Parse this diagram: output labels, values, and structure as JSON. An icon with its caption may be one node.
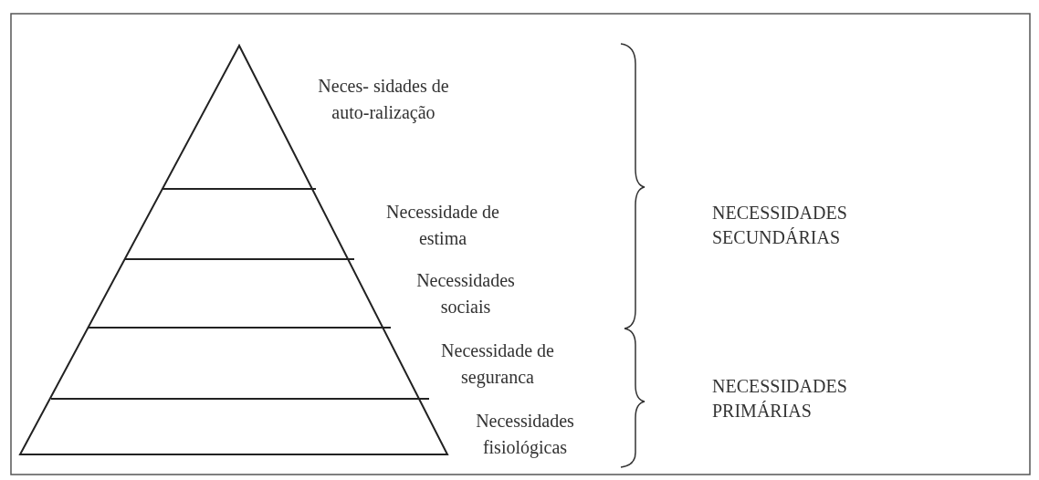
{
  "diagram": {
    "labels": [
      "Neces- sidades de auto-ralização",
      "Necessidade de estima",
      "NECESSIDADES SECUNDÁRIAS",
      "Necessidades sociais",
      "Necessidade de seguranca",
      "NECESSIDADES PRIMÁRIAS",
      "Necessidades fisiológicas"
    ]
  }
}
